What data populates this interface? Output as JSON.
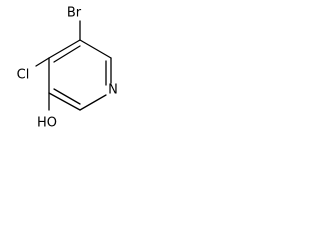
{
  "molecule": {
    "substituents": {
      "bromine": "Br",
      "chlorine": "Cl",
      "hydroxyl": "HO"
    },
    "ring_atoms": {
      "nitrogen": "N"
    },
    "colors": {
      "bonds": "#000000",
      "labels": "#000000",
      "background": "#ffffff"
    }
  }
}
